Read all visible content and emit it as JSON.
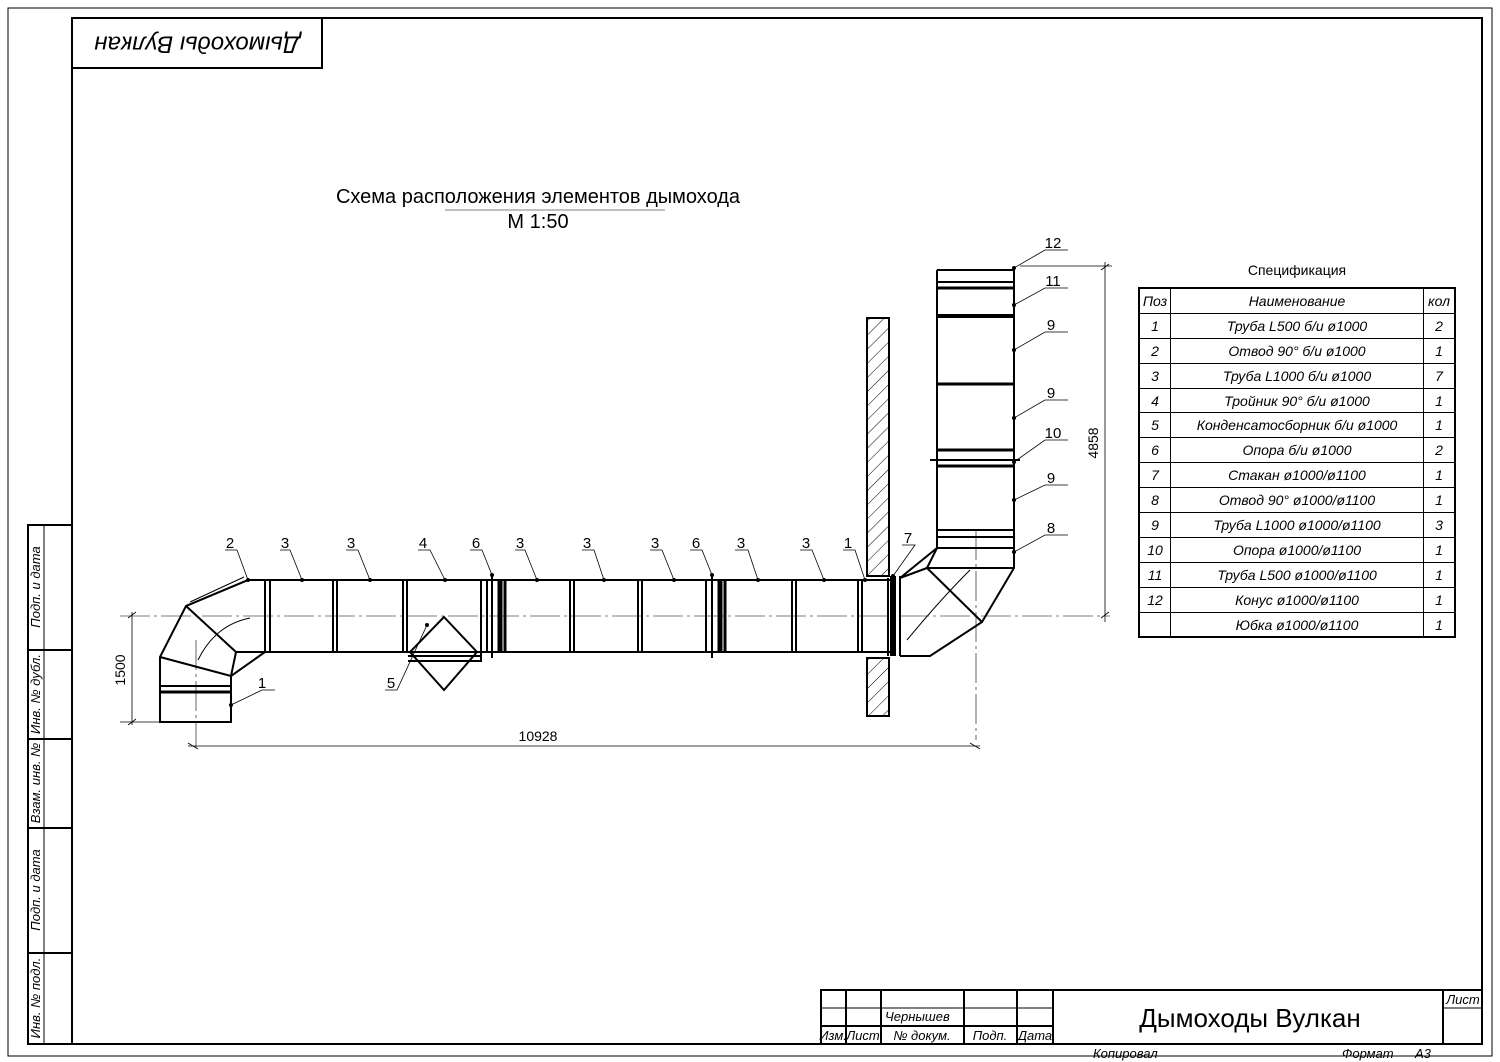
{
  "stamp_title": "Дымоходы Вулкан",
  "drawing_title": {
    "line1": "Схема расположения элементов дымохода",
    "line2": "М 1:50"
  },
  "dimensions": {
    "length": "10928",
    "height_left": "1500",
    "height_right": "4858"
  },
  "callouts_horizontal": [
    "2",
    "3",
    "3",
    "4",
    "6",
    "3",
    "3",
    "3",
    "6",
    "3",
    "3",
    "1",
    "7"
  ],
  "callouts_other": {
    "left_pipe": "1",
    "condensate": "5",
    "vertical": [
      "12",
      "11",
      "9",
      "9",
      "10",
      "9",
      "8"
    ]
  },
  "spec": {
    "caption": "Спецификация",
    "headers": [
      "Поз",
      "Наименование",
      "кол"
    ],
    "rows": [
      [
        "1",
        "Труба L500 б/и ø1000",
        "2"
      ],
      [
        "2",
        "Отвод 90° б/и ø1000",
        "1"
      ],
      [
        "3",
        "Труба L1000 б/и ø1000",
        "7"
      ],
      [
        "4",
        "Тройник 90° б/и ø1000",
        "1"
      ],
      [
        "5",
        "Конденсатосборник б/и ø1000",
        "1"
      ],
      [
        "6",
        "Опора б/и ø1000",
        "2"
      ],
      [
        "7",
        "Стакан ø1000/ø1100",
        "1"
      ],
      [
        "8",
        "Отвод 90° ø1000/ø1100",
        "1"
      ],
      [
        "9",
        "Труба L1000 ø1000/ø1100",
        "3"
      ],
      [
        "10",
        "Опора ø1000/ø1100",
        "1"
      ],
      [
        "11",
        "Труба L500 ø1000/ø1100",
        "1"
      ],
      [
        "12",
        "Конус ø1000/ø1100",
        "1"
      ],
      [
        "",
        "Юбка ø1000/ø1100",
        "1"
      ]
    ]
  },
  "side_stamp": [
    "Подп. и дата",
    "Инв. № дубл.",
    "Взам. инв. №",
    "Подп. и дата",
    "Инв. № подл."
  ],
  "title_block": {
    "name": "Дымоходы Вулкан",
    "author": "Чернышев",
    "col_labels": [
      "Изм.",
      "Лист",
      "№ докум.",
      "Подп.",
      "Дата"
    ],
    "sheet_label": "Лист",
    "copied": "Копировал",
    "format_label": "Формат",
    "format_value": "А3"
  }
}
